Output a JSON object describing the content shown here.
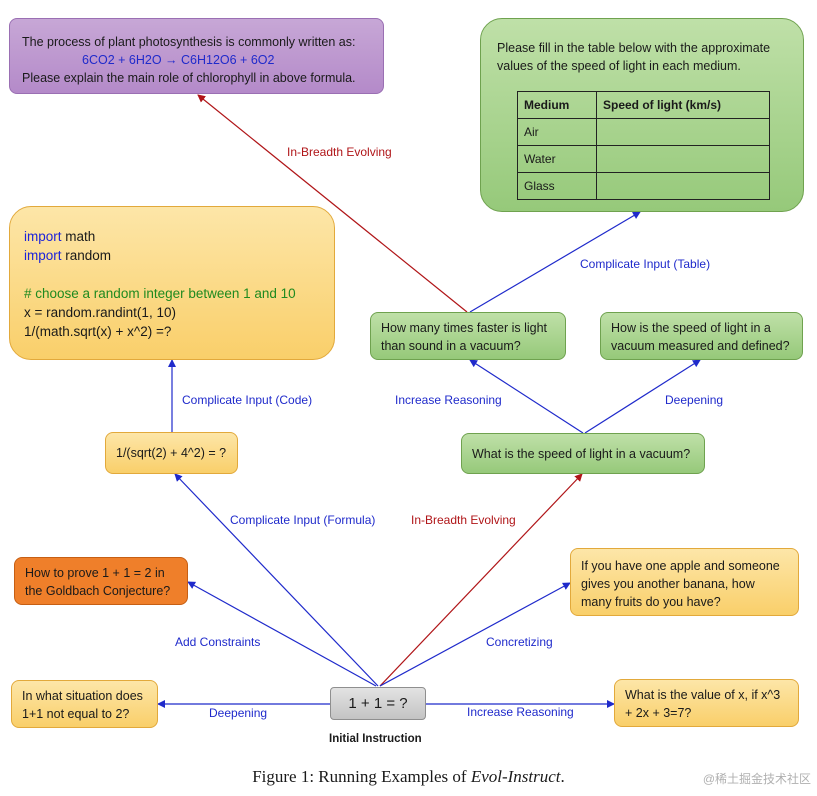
{
  "colors": {
    "blue": "#1f2acb",
    "red": "#b01518"
  },
  "nodes": {
    "photosynthesis": {
      "line1": "The process of plant photosynthesis is commonly written as:",
      "formula": "6CO2 + 6H2O → C6H12O6 + 6O2",
      "line3": "Please explain the main role of chlorophyll in above formula."
    },
    "table_prompt": {
      "text": "Please fill in the table below with the approximate values of the speed of light in each medium.",
      "headers": [
        "Medium",
        "Speed of light (km/s)"
      ],
      "rows": [
        "Air",
        "Water",
        "Glass"
      ]
    },
    "code": {
      "kw1": "import",
      "line1": " math",
      "kw2": "import",
      "line2": " random",
      "comment": "# choose a random integer between 1 and 10",
      "line4": "x = random.randint(1, 10)",
      "line5": "1/(math.sqrt(x) + x^2) =?"
    },
    "formula": "1/(sqrt(2) + 4^2) = ?",
    "light_vacuum": "What is the speed of light in a vacuum?",
    "times_faster": "How many times faster is light than sound in a vacuum?",
    "how_measured": "How is the speed of light in a vacuum measured and defined?",
    "goldbach": "How to prove 1 + 1 = 2 in the Goldbach Conjecture?",
    "apple": "If you have one apple and someone gives you another banana, how many fruits do you have?",
    "situation": "In what situation does 1+1 not equal to 2?",
    "value_x": "What is the value of x, if x^3 + 2x + 3=7?",
    "initial": "1 + 1 = ?",
    "initial_label": "Initial Instruction"
  },
  "labels": {
    "breadth_top": "In-Breadth Evolving",
    "complicate_table": "Complicate Input (Table)",
    "complicate_code": "Complicate Input (Code)",
    "increase_reasoning_mid": "Increase Reasoning",
    "deepening_mid": "Deepening",
    "complicate_formula": "Complicate Input (Formula)",
    "breadth_bottom": "In-Breadth Evolving",
    "add_constraints": "Add Constraints",
    "concretizing": "Concretizing",
    "deepening_bottom": "Deepening",
    "increase_reasoning_bottom": "Increase Reasoning"
  },
  "caption": {
    "prefix": "Figure 1: Running Examples of ",
    "emph": "Evol-Instruct",
    "suffix": "."
  },
  "watermark": "@稀土掘金技术社区"
}
